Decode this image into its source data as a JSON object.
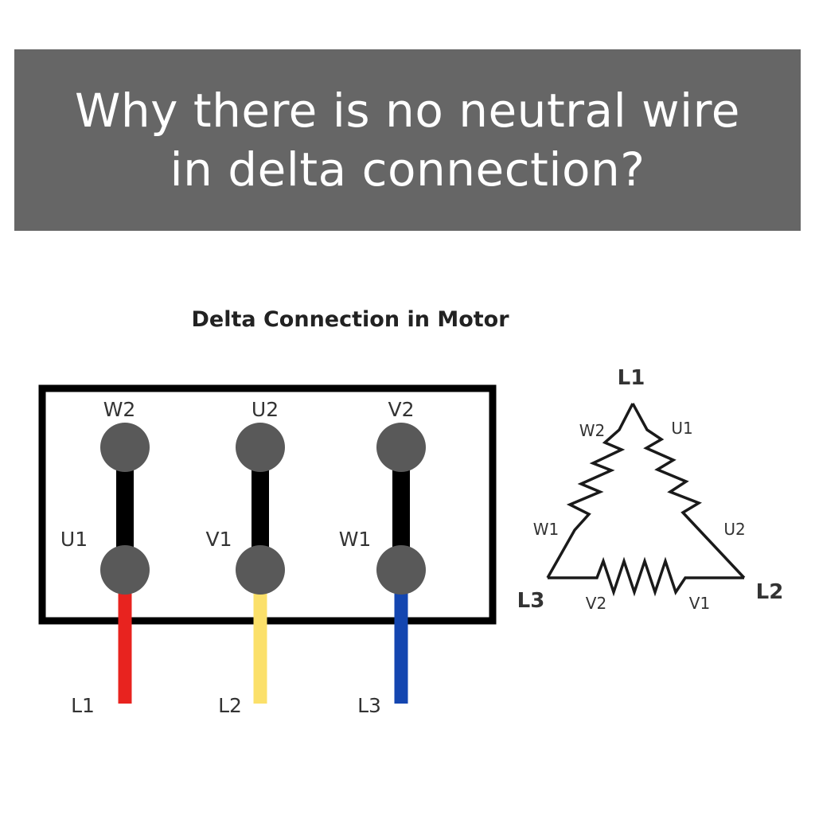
{
  "banner": {
    "line1": "Why there is no neutral wire",
    "line2": "in delta connection?"
  },
  "diagram": {
    "title": "Delta Connection in Motor",
    "terminal_box": {
      "columns": [
        {
          "top": "W2",
          "bottom": "U1",
          "line": "L1",
          "wire_color": "#e8231f"
        },
        {
          "top": "U2",
          "bottom": "V1",
          "line": "L2",
          "wire_color": "#fbe06a"
        },
        {
          "top": "V2",
          "bottom": "W1",
          "line": "L3",
          "wire_color": "#1446b0"
        }
      ],
      "terminal_color": "#595959",
      "link_color": "#000000"
    },
    "triangle": {
      "top_node": "L1",
      "right_node": "L2",
      "left_node": "L3",
      "left_side": {
        "top": "W2",
        "bottom": "W1"
      },
      "right_side": {
        "top": "U1",
        "bottom": "U2"
      },
      "bottom_side": {
        "left": "V2",
        "right": "V1"
      }
    }
  }
}
